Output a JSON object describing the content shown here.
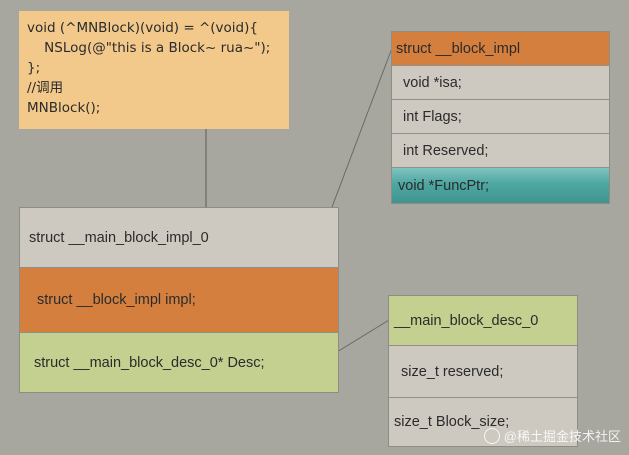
{
  "code": {
    "lines": [
      "void (^MNBlock)(void) = ^(void){",
      "    NSLog(@\"this is a Block~ rua~\");",
      "};",
      "//调用",
      "MNBlock();"
    ]
  },
  "block_impl": {
    "rows": [
      "struct __block_impl",
      "void *isa;",
      "int Flags;",
      "int Reserved;",
      "void *FuncPtr;"
    ]
  },
  "main_block_impl": {
    "rows": [
      "struct __main_block_impl_0",
      "struct __block_impl impl;",
      "struct __main_block_desc_0* Desc;"
    ]
  },
  "main_block_desc": {
    "rows": [
      "__main_block_desc_0",
      "size_t reserved;",
      "size_t Block_size;"
    ]
  },
  "watermark": {
    "text": "@稀土掘金技术社区"
  },
  "colors": {
    "background": "#a8a79f",
    "code_bg": "#f2c98a",
    "row_plain": "#cdc8c0",
    "row_orange": "#d47f3e",
    "row_green": "#c3d08f",
    "row_teal": "#4ea7a2"
  }
}
